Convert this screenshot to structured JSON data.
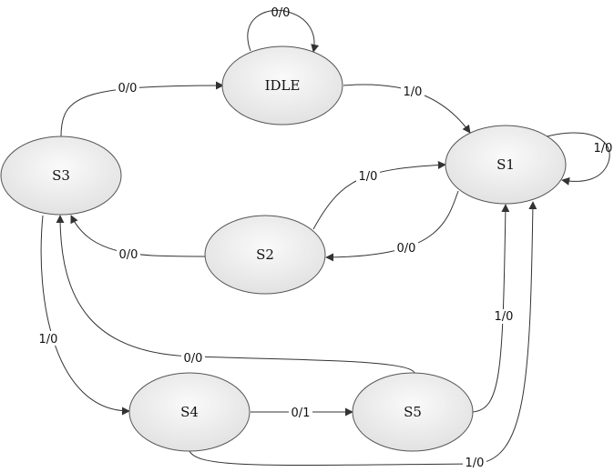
{
  "states": {
    "idle": "IDLE",
    "s1": "S1",
    "s2": "S2",
    "s3": "S3",
    "s4": "S4",
    "s5": "S5"
  },
  "transitions": {
    "idle_self": "0/0",
    "idle_to_s1": "1/0",
    "s1_self": "1/0",
    "s1_to_s2": "0/0",
    "s2_to_s1": "1/0",
    "s2_to_s3": "0/0",
    "s3_to_idle": "0/0",
    "s3_to_s4": "1/0",
    "s4_to_s5": "0/1",
    "s4_to_s1": "1/0",
    "s5_to_s1": "1/0",
    "s5_to_s3": "0/0"
  },
  "colors": {
    "state_fill_light": "#fafafa",
    "state_fill_dark": "#e2e2e2",
    "stroke": "#333333"
  }
}
